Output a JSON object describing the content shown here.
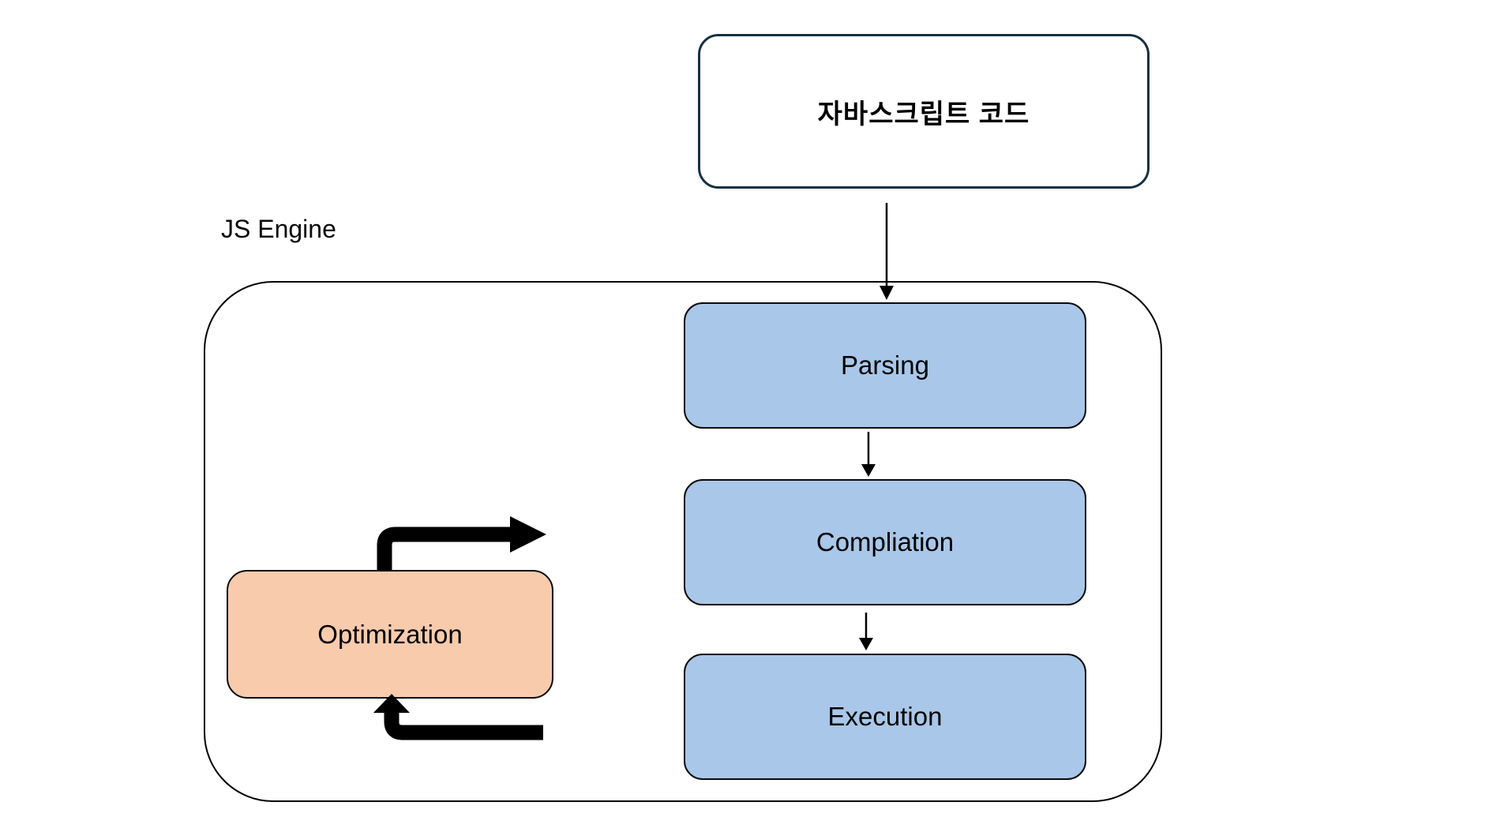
{
  "diagram": {
    "engine_label": "JS Engine",
    "source_box_label": "자바스크립트 코드",
    "pipeline_boxes": [
      {
        "label": "Parsing"
      },
      {
        "label": "Compliation"
      },
      {
        "label": "Execution"
      }
    ],
    "optimization_label": "Optimization",
    "colors": {
      "pipeline_fill": "#a9c7e8",
      "optimization_fill": "#f8cbad",
      "source_border": "#15313f",
      "container_border": "#000000",
      "arrow": "#000000",
      "text": "#000000"
    }
  }
}
